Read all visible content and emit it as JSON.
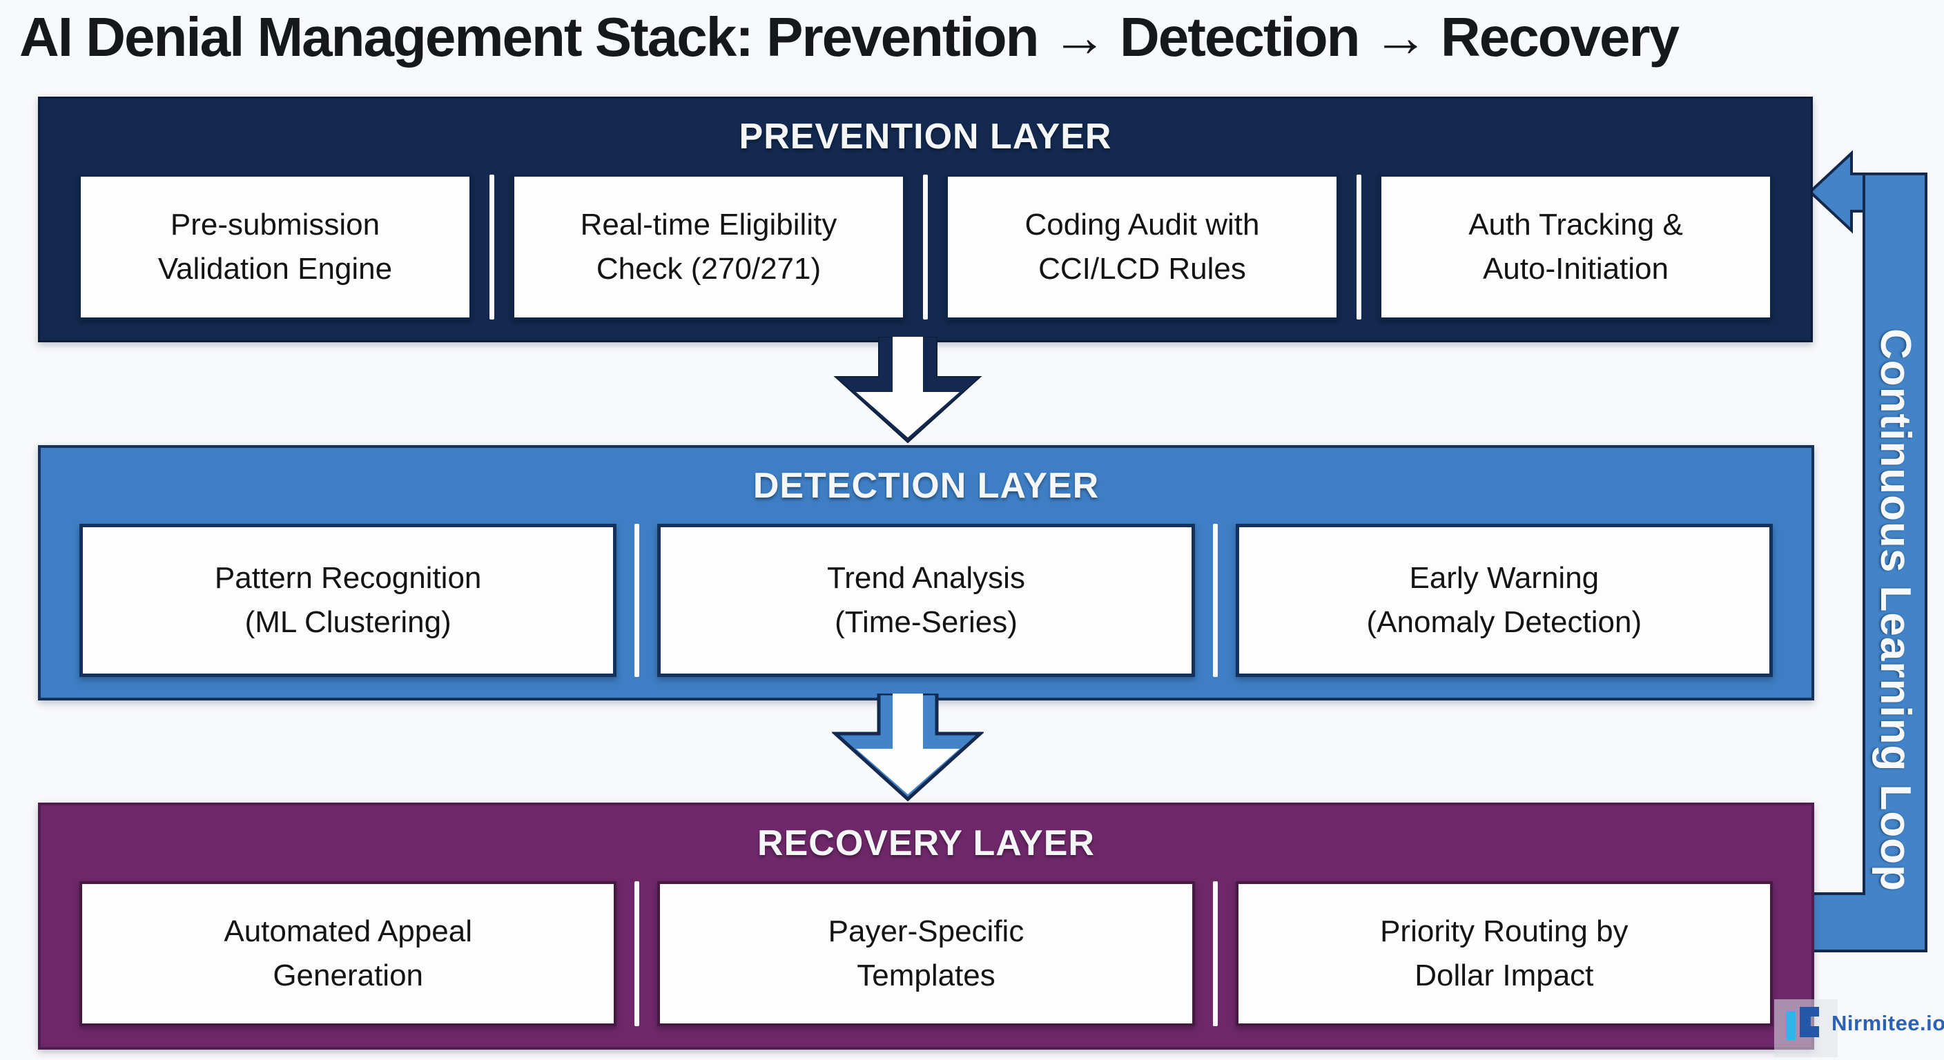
{
  "title": "AI Denial Management Stack: Prevention → Detection → Recovery",
  "layers": [
    {
      "label": "PREVENTION LAYER",
      "color": "#13294f",
      "items": [
        "Pre-submission\nValidation Engine",
        "Real-time Eligibility\nCheck (270/271)",
        "Coding Audit with\nCCI/LCD Rules",
        "Auth Tracking &\nAuto-Initiation"
      ]
    },
    {
      "label": "DETECTION LAYER",
      "color": "#3d7ec4",
      "items": [
        "Pattern Recognition\n(ML Clustering)",
        "Trend Analysis\n(Time-Series)",
        "Early Warning\n(Anomaly Detection)"
      ]
    },
    {
      "label": "RECOVERY LAYER",
      "color": "#6e2869",
      "items": [
        "Automated Appeal\nGeneration",
        "Payer-Specific\nTemplates",
        "Priority Routing by\nDollar Impact"
      ]
    }
  ],
  "loop": {
    "label": "Continuous Learning Loop",
    "color": "#4284c7"
  },
  "footer": {
    "brand": "Nirmitee.io",
    "brand_color": "#2b62b5"
  },
  "colors": {
    "background": "#f8f9fb",
    "navy": "#13294f",
    "blue": "#3d7ec4",
    "purple": "#6e2869",
    "loop_blue": "#4284c7",
    "box_white": "#fdfdfe"
  }
}
